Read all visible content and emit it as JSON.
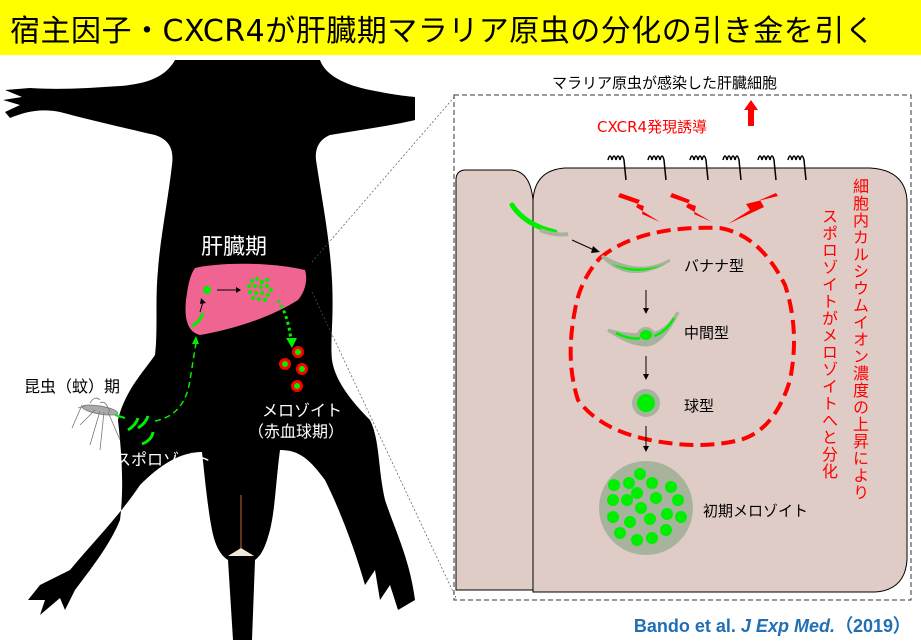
{
  "title": "宿主因子・CXCR4が肝臓期マラリア原虫の分化の引き金を引く",
  "left_panel": {
    "liver_stage_label": "肝臓期",
    "insect_stage_label": "昆虫（蚊）期",
    "sporozoite_label": "スポロゾイト",
    "merozoite_label": "メロゾイト",
    "erythrocyte_stage_label": "（赤血球期）"
  },
  "right_panel": {
    "header": "マラリア原虫が感染した肝臓細胞",
    "cxcr4_label": "CXCR4発現誘導",
    "stages": [
      {
        "label": "バナナ型"
      },
      {
        "label": "中間型"
      },
      {
        "label": "球型"
      },
      {
        "label": "初期メロゾイト"
      }
    ],
    "calcium_text": "細胞内カルシウムイオン濃度の上昇により",
    "differentiation_text": "スポロゾイトがメロゾイトへと分化"
  },
  "citation": {
    "authors": "Bando et al.",
    "journal": "J Exp Med.",
    "year": "（2019）"
  },
  "colors": {
    "title_bg": "#ffff00",
    "liver": "#f06492",
    "parasite_green": "#00ee00",
    "cell_fill": "#e0ccc6",
    "accent_red": "#ff0000",
    "citation_blue": "#1f6fb4"
  }
}
